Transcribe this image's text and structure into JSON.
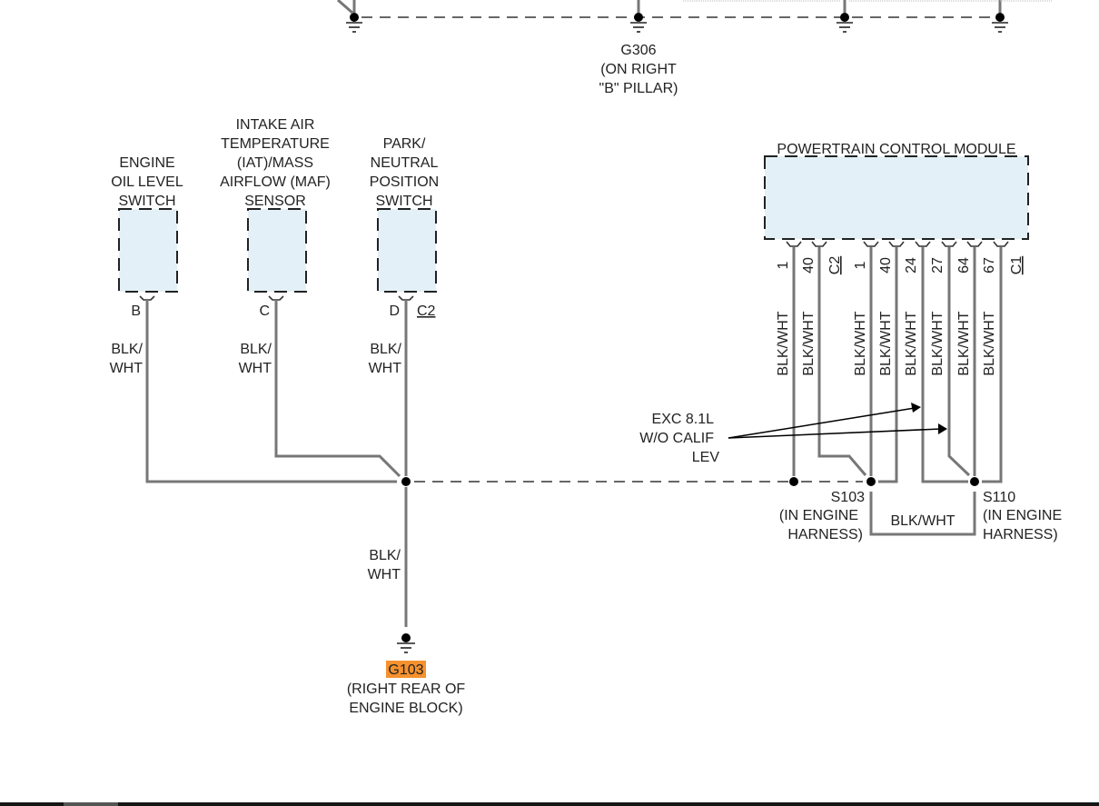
{
  "top_ground": {
    "label": "G306",
    "location": [
      "(ON RIGHT",
      "\"B\" PILLAR)"
    ]
  },
  "components": [
    {
      "id": "engine-oil-level-switch",
      "name": [
        "ENGINE",
        "OIL LEVEL",
        "SWITCH"
      ],
      "pin": "B",
      "wire_color": [
        "BLK/",
        "WHT"
      ]
    },
    {
      "id": "iat-maf-sensor",
      "name": [
        "INTAKE AIR",
        "TEMPERATURE",
        "(IAT)/MASS",
        "AIRFLOW (MAF)",
        "SENSOR"
      ],
      "pin": "C",
      "wire_color": [
        "BLK/",
        "WHT"
      ]
    },
    {
      "id": "park-neutral-position-switch",
      "name": [
        "PARK/",
        "NEUTRAL",
        "POSITION",
        "SWITCH"
      ],
      "pin": "D",
      "connector": "C2",
      "wire_color": [
        "BLK/",
        "WHT"
      ]
    }
  ],
  "pcm": {
    "name": "POWERTRAIN CONTROL MODULE",
    "pins": [
      {
        "connector_label": "1",
        "pin": "40",
        "wire": "BLK/WHT"
      },
      {
        "connector_label": "C2",
        "pin": "",
        "wire": "BLK/WHT"
      },
      {
        "connector_label": "1",
        "pin": "40",
        "wire": "BLK/WHT"
      },
      {
        "connector_label": "",
        "pin": "24",
        "wire": "BLK/WHT"
      },
      {
        "connector_label": "",
        "pin": "27",
        "wire": "BLK/WHT"
      },
      {
        "connector_label": "",
        "pin": "64",
        "wire": "BLK/WHT"
      },
      {
        "connector_label": "",
        "pin": "67",
        "wire": "BLK/WHT"
      },
      {
        "connector_label": "C1",
        "pin": "",
        "wire": ""
      }
    ],
    "pin_labels": [
      "1",
      "40",
      "C2",
      "1",
      "40",
      "24",
      "27",
      "64",
      "67",
      "C1"
    ],
    "wire_labels": [
      "BLK/WHT",
      "BLK/WHT",
      "BLK/WHT",
      "BLK/WHT",
      "BLK/WHT",
      "BLK/WHT",
      "BLK/WHT",
      "BLK/WHT"
    ]
  },
  "annotation": {
    "lines": [
      "EXC 8.1L",
      "W/O CALIF",
      "LEV"
    ]
  },
  "splices": [
    {
      "id": "S103",
      "label": "S103",
      "location": [
        "(IN ENGINE",
        "HARNESS)"
      ]
    },
    {
      "id": "S110",
      "label": "S110",
      "location": [
        "(IN ENGINE",
        "HARNESS)"
      ]
    }
  ],
  "splice_link_wire": "BLK/WHT",
  "ground_wire_color": [
    "BLK/",
    "WHT"
  ],
  "bottom_ground": {
    "label": "G103",
    "highlight_color": "#f5922f",
    "location": [
      "(RIGHT REAR OF",
      "ENGINE BLOCK)"
    ]
  }
}
